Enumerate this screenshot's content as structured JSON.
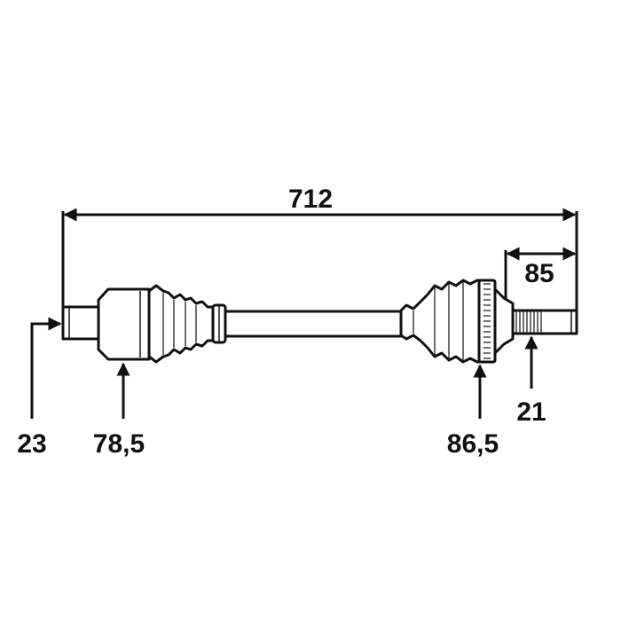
{
  "dimensions": {
    "overall_length": "712",
    "outer_spline_length": "85",
    "inner_stub_diameter": "23",
    "inner_joint_diameter": "78,5",
    "outer_joint_diameter": "86,5",
    "outer_spline_diameter": "21"
  },
  "colors": {
    "line": "#111111",
    "fill": "#ffffff"
  }
}
